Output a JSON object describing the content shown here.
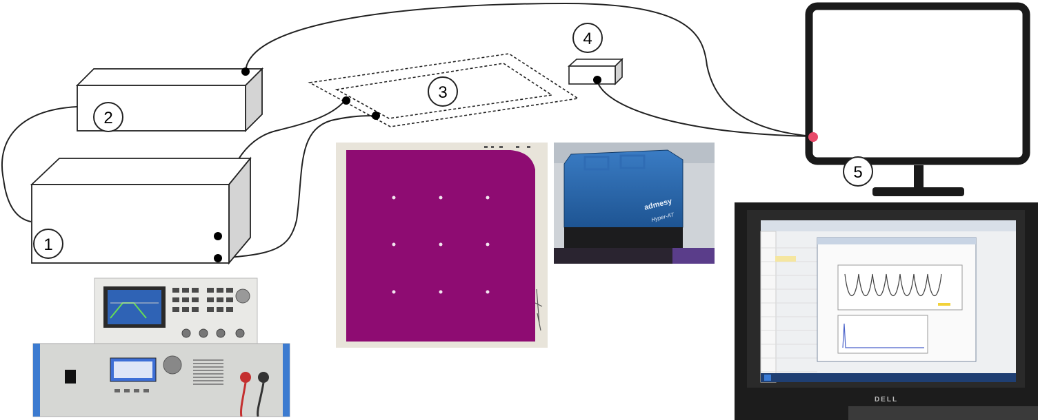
{
  "labels": {
    "function_generator_amplifier": "1",
    "power_supply": "2",
    "sample_film": "3",
    "colorimeter": "4",
    "computer": "5"
  },
  "brand_text": {
    "colorimeter_brand": "admesy",
    "colorimeter_model": "Hyper-AT",
    "monitor_brand": "DELL"
  },
  "colors": {
    "sample_purple": "#8e0c72",
    "colorimeter_blue": "#1f5fa6",
    "computer_connector": "#e84a6a"
  }
}
